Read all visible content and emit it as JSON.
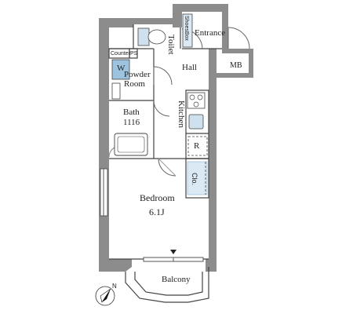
{
  "rooms": {
    "entrance": "Entrance",
    "shoes_box": "ShoesBox",
    "toilet": "Toilet",
    "hall": "Hall",
    "mb": "MB",
    "counter": "Counter",
    "ps": "PS",
    "w": "W",
    "powder_room": "Powder Room",
    "bath": "Bath",
    "bath_size": "1116",
    "kitchen": "Kitchen",
    "refrigerator": "R",
    "closet": "Clo.",
    "bedroom": "Bedroom",
    "bedroom_size": "6.1J",
    "balcony": "Balcony",
    "north": "N"
  },
  "colors": {
    "wall": "#8c8c8c",
    "fixture": "#9ec3df",
    "line": "#444444"
  }
}
